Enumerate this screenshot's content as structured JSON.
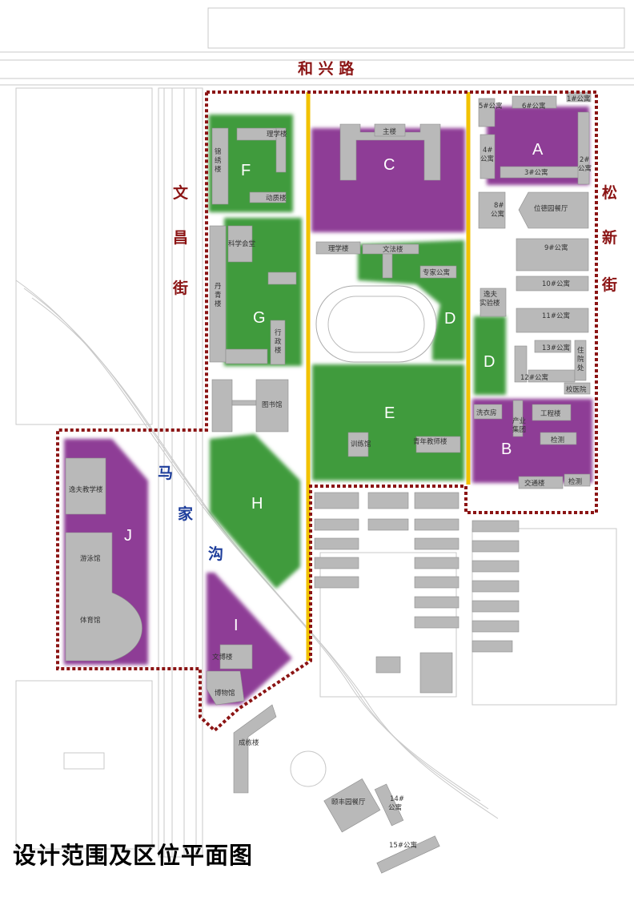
{
  "title": "设计范围及区位平面图",
  "roads": {
    "north": "和 兴 路",
    "west": [
      "文",
      "昌",
      "街"
    ],
    "east": [
      "松",
      "新",
      "街"
    ],
    "river": [
      "马",
      "家",
      "沟"
    ]
  },
  "zones": {
    "A": "A",
    "B": "B",
    "C": "C",
    "D1": "D",
    "D2": "D",
    "E": "E",
    "F": "F",
    "G": "G",
    "H": "H",
    "I": "I",
    "J": "J"
  },
  "buildings": {
    "apt5": "5#公寓",
    "apt6": "6#公寓",
    "apt1": "1#公寓",
    "apt4": "4#\n公寓",
    "apt4a": "4#",
    "apt4b": "公寓",
    "apt2a": "2#",
    "apt2b": "公寓",
    "apt3": "3#公寓",
    "apt8a": "8#",
    "apt8b": "公寓",
    "canteen": "位德园餐厅",
    "apt9": "9#公寓",
    "apt10": "10#公寓",
    "lab_a": "逸夫",
    "lab_b": "实验楼",
    "apt11": "11#公寓",
    "apt13": "13#公寓",
    "apt12": "12#公寓",
    "inpatient": [
      "住",
      "院",
      "处"
    ],
    "clinic": "校医院",
    "laundry": "洗衣房",
    "industry_a": "产业",
    "industry_b": "集团",
    "engineering": "工程楼",
    "testing1": "检测",
    "traffic": "交通楼",
    "testing2": "检测",
    "main": "主楼",
    "science2": "理学楼",
    "liberal": "文法楼",
    "expert": "专家公寓",
    "training": "训练馆",
    "youth": "青年教师楼",
    "science1": "理学楼",
    "jinxiu": [
      "锦",
      "绣",
      "楼"
    ],
    "dongli": "动质楼",
    "kexue": "科学会堂",
    "danqing": [
      "丹",
      "青",
      "楼"
    ],
    "admin": [
      "行",
      "政",
      "楼"
    ],
    "library": "图书馆",
    "yifu": "逸夫教学楼",
    "swim": "游泳馆",
    "gym": "体育馆",
    "wenbo": "文博楼",
    "museum": "博物馆",
    "chengdong": "成栋楼",
    "yifeng": "颐丰园餐厅",
    "apt14a": "14#",
    "apt14b": "公寓",
    "apt15": "15#公寓"
  },
  "colors": {
    "boundary": "#8b1414",
    "axis": "#f2c200",
    "green": "#3f9b3c",
    "purple": "#8e3d96",
    "building": "#b9b9b9"
  }
}
